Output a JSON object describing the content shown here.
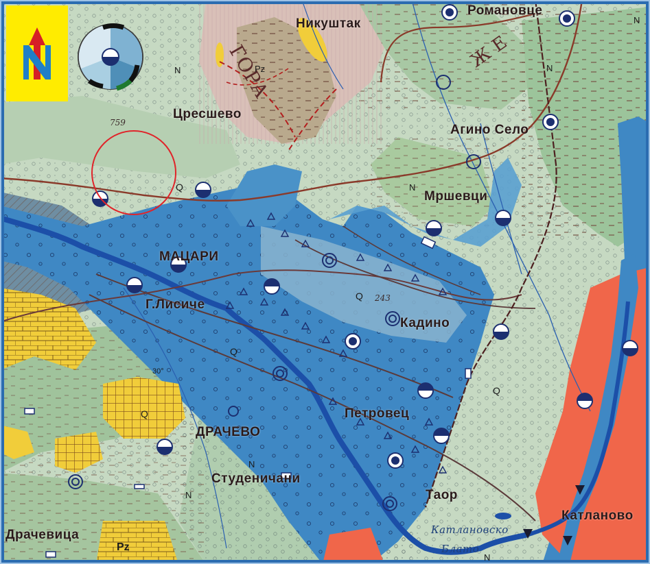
{
  "map": {
    "places": {
      "romanovce": "Романовце",
      "nikushtak": "Никуштак",
      "creshevo": "Цресшево",
      "agino_selo": "Агино Село",
      "mrshevci": "Мршевци",
      "matsari": "МАЦАРИ",
      "g_lisiche": "Г.Лисиче",
      "kadino": "Кадино",
      "petrovec": "Петровец",
      "dracevo": "ДРАЧЕВО",
      "studenichani": "Студеничани",
      "taor": "Таор",
      "katlanovo": "Катланово",
      "drachevica": "Драчевица",
      "katlanovsko_blato_1": "Катлановско",
      "katlanovsko_blato_2": "Блато",
      "gora": "ГОРА",
      "zhe": "Ж Е"
    },
    "geology_labels": {
      "q": "Q",
      "n": "N",
      "pz": "Pz",
      "dip": "30°"
    },
    "elevations": {
      "e759": "759",
      "e243": "243"
    },
    "colors": {
      "alluvium_blue": "#3f88c4",
      "river_blue": "#1c4fa8",
      "terrace_green": "#b9d2b8",
      "neogene_green": "#9cc49b",
      "red_rock": "#f0664a",
      "yellow_limestone": "#f1cd3a",
      "frame_blue": "#2b6cb0",
      "marker_circle": "#e0242a",
      "north_box": "#ffec00"
    },
    "icons": {
      "north_arrow": "north-arrow-icon",
      "compass": "compass-rose-icon",
      "well": "well-symbol-icon",
      "spring": "spring-symbol-icon"
    }
  }
}
